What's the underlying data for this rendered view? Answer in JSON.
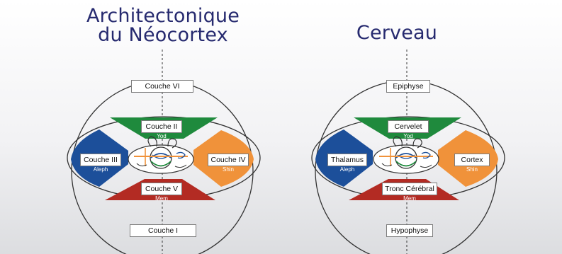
{
  "left_panel": {
    "title_line1": "Architectonique",
    "title_line2": "du Néocortex",
    "top": "Couche VI",
    "green": {
      "label": "Couche II",
      "sub": "Yod"
    },
    "blue": {
      "label": "Couche III",
      "sub": "Aleph"
    },
    "orange": {
      "label": "Couche IV",
      "sub": "Shin"
    },
    "red": {
      "label": "Couche V",
      "sub": "Mem"
    },
    "bottom": "Couche I"
  },
  "right_panel": {
    "title": "Cerveau",
    "top": "Epiphyse",
    "green": {
      "label": "Cervelet",
      "sub": "Yod"
    },
    "blue": {
      "label": "Thalamus",
      "sub": "Aleph"
    },
    "orange": {
      "label": "Cortex",
      "sub": "Shin"
    },
    "red": {
      "label": "Tronc Cérébral",
      "sub": "Mem"
    },
    "bottom": "Hypophyse"
  },
  "colors": {
    "title": "#262a6f",
    "green": "#1f8a3d",
    "blue": "#1c4f9a",
    "orange": "#f0923a",
    "red": "#b32b23"
  }
}
